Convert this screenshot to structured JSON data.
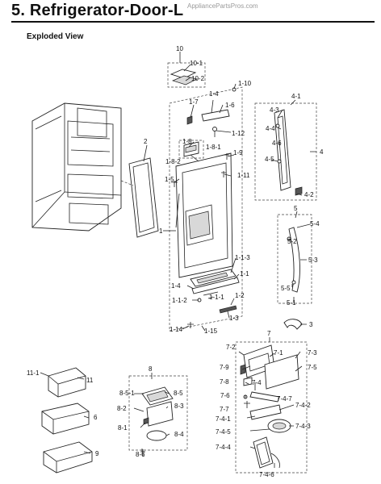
{
  "header": {
    "title": "5.  Refrigerator-Door-L",
    "watermark": "AppliancePartsPros.com",
    "subtitle": "Exploded View"
  },
  "callouts": {
    "c10": "10",
    "c10_1": "10-1",
    "c10_2": "10-2",
    "c1_10": "1-10",
    "c1_7": "1-7",
    "c1_4": "1-4",
    "c1_6": "1-6",
    "c1_12": "1-12",
    "c1_8_1": "1-8-1",
    "c1_8_2": "1-8-2",
    "c1_8": "1-8",
    "c1_9": "1-9",
    "c1_5": "1-5",
    "c1_11": "1-11",
    "c1": "1",
    "c1_1_3": "1-1-3",
    "c1_1": "1-1",
    "c1_4b": "1-4",
    "c1_1_2": "1-1-2",
    "c1_1_1": "1-1-1",
    "c1_2": "1-2",
    "c1_3": "1-3",
    "c1_14": "1-14",
    "c1_15": "1-15",
    "c2": "2",
    "c4_1": "4-1",
    "c4_3": "4-3",
    "c4_4": "4-4",
    "c4_6": "4-6",
    "c4_5": "4-5",
    "c4": "4",
    "c4_2": "4-2",
    "c5": "5",
    "c5_4": "5-4",
    "c5_2": "5-2",
    "c5_3": "5-3",
    "c5_5": "5-5",
    "c5_1": "5-1",
    "c3": "3",
    "c7": "7",
    "c7_2": "7-2",
    "c7_1": "7-1",
    "c7_3": "7-3",
    "c7_9": "7-9",
    "c7_5": "7-5",
    "c7_8": "7-8",
    "c7_4": "7-4",
    "c7_6": "7-6",
    "c7_4_7": "7-4-7",
    "c7_7": "7-7",
    "c7_4_2": "7-4-2",
    "c7_4_1": "7-4-1",
    "c7_4_3": "7-4-3",
    "c7_4_5": "7-4-5",
    "c7_4_4": "7-4-4",
    "c7_4_6": "7-4-6",
    "c8": "8",
    "c8_5_1": "8-5-1",
    "c8_5": "8-5",
    "c8_2": "8-2",
    "c8_3": "8-3",
    "c8_1": "8-1",
    "c8_4": "8-4",
    "c8_6": "8-6",
    "c11_1": "11-1",
    "c11": "11",
    "c6": "6",
    "c9": "9"
  }
}
